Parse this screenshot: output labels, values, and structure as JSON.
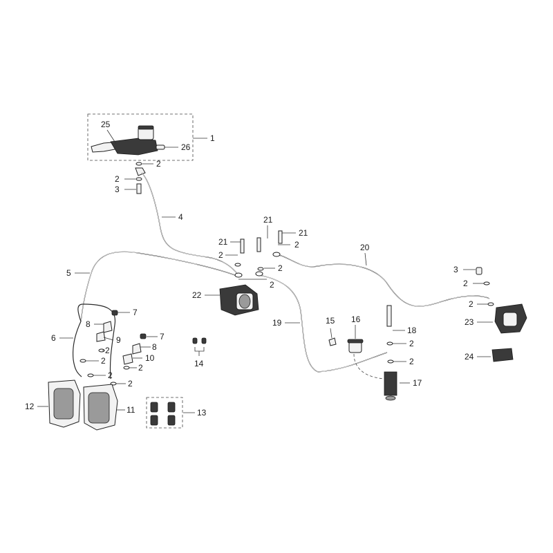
{
  "callouts": {
    "c1": "1",
    "c2": "2",
    "c3": "3",
    "c4": "4",
    "c5": "5",
    "c6": "6",
    "c7": "7",
    "c8": "8",
    "c9": "9",
    "c10": "10",
    "c11": "11",
    "c12": "12",
    "c13": "13",
    "c14": "14",
    "c15": "15",
    "c16": "16",
    "c17": "17",
    "c18": "18",
    "c19": "19",
    "c20": "20",
    "c21": "21",
    "c22": "22",
    "c23": "23",
    "c24": "24",
    "c25": "25",
    "c26": "26"
  },
  "colors": {
    "line": "#2a2a2a",
    "fill": "#f2f2f2",
    "dark": "#3a3a3a",
    "background": "#ffffff"
  }
}
